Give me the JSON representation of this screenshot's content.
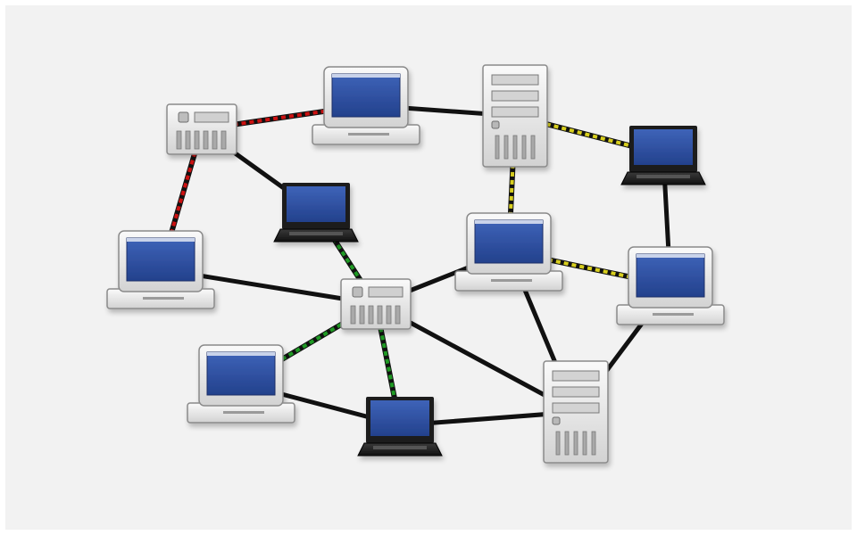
{
  "diagram": {
    "colors": {
      "background": "#ffffff",
      "frame": "#f2f2f2",
      "link_black": "#111111",
      "link_red": "#cc1111",
      "link_green": "#1f9a24",
      "link_yellow": "#d8cf1e",
      "screen_blue": "#2f53a8",
      "device_gray": "#e4e4e4",
      "device_dark": "#2a2a2a"
    },
    "nodes": [
      {
        "id": "router-top-left",
        "kind": "router",
        "icon": "router-icon"
      },
      {
        "id": "desktop-top",
        "kind": "desktop-monitor",
        "icon": "desktop-monitor-icon"
      },
      {
        "id": "server-top",
        "kind": "tower-server",
        "icon": "tower-server-icon"
      },
      {
        "id": "laptop-top-right",
        "kind": "laptop",
        "icon": "laptop-icon"
      },
      {
        "id": "laptop-center-left",
        "kind": "laptop",
        "icon": "laptop-icon"
      },
      {
        "id": "desktop-left",
        "kind": "desktop-monitor",
        "icon": "desktop-monitor-icon"
      },
      {
        "id": "router-center",
        "kind": "router",
        "icon": "router-icon"
      },
      {
        "id": "desktop-center-right",
        "kind": "desktop-monitor",
        "icon": "desktop-monitor-icon"
      },
      {
        "id": "desktop-right",
        "kind": "desktop-monitor",
        "icon": "desktop-monitor-icon"
      },
      {
        "id": "desktop-bottom-left",
        "kind": "desktop-monitor",
        "icon": "desktop-monitor-icon"
      },
      {
        "id": "laptop-bottom",
        "kind": "laptop",
        "icon": "laptop-icon"
      },
      {
        "id": "server-bottom-right",
        "kind": "tower-server",
        "icon": "tower-server-icon"
      }
    ],
    "links": [
      {
        "from": "router-top-left",
        "to": "desktop-top",
        "style": "red"
      },
      {
        "from": "router-top-left",
        "to": "desktop-left",
        "style": "red"
      },
      {
        "from": "router-top-left",
        "to": "laptop-center-left",
        "style": "black"
      },
      {
        "from": "desktop-top",
        "to": "server-top",
        "style": "black"
      },
      {
        "from": "server-top",
        "to": "laptop-top-right",
        "style": "yellow"
      },
      {
        "from": "server-top",
        "to": "desktop-center-right",
        "style": "yellow"
      },
      {
        "from": "laptop-top-right",
        "to": "desktop-right",
        "style": "black"
      },
      {
        "from": "desktop-center-right",
        "to": "desktop-right",
        "style": "yellow"
      },
      {
        "from": "laptop-center-left",
        "to": "router-center",
        "style": "green"
      },
      {
        "from": "desktop-left",
        "to": "router-center",
        "style": "black"
      },
      {
        "from": "router-center",
        "to": "desktop-center-right",
        "style": "black"
      },
      {
        "from": "router-center",
        "to": "desktop-bottom-left",
        "style": "green"
      },
      {
        "from": "router-center",
        "to": "laptop-bottom",
        "style": "green"
      },
      {
        "from": "router-center",
        "to": "server-bottom-right",
        "style": "black"
      },
      {
        "from": "desktop-center-right",
        "to": "server-bottom-right",
        "style": "black"
      },
      {
        "from": "desktop-right",
        "to": "server-bottom-right",
        "style": "black"
      },
      {
        "from": "desktop-bottom-left",
        "to": "laptop-bottom",
        "style": "black"
      },
      {
        "from": "laptop-bottom",
        "to": "server-bottom-right",
        "style": "black"
      }
    ]
  }
}
